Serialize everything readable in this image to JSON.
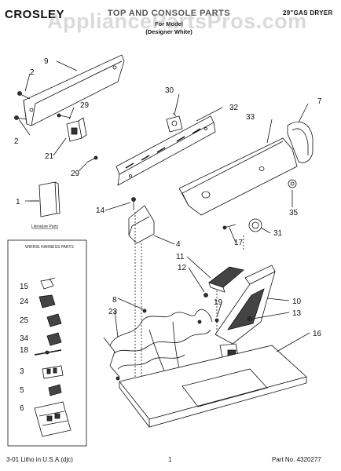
{
  "header": {
    "brand": "CROSLEY",
    "title": "TOP AND CONSOLE PARTS",
    "product_type": "29\"GAS DRYER",
    "subtitle_line1": "For Model",
    "subtitle_line2": "(Designer White)",
    "watermark": "AppliancePartsPros.com"
  },
  "labels": {
    "literature_parts": "Literature Parts",
    "wiring_harness_parts": "WIRING HARNESS PARTS"
  },
  "callouts": {
    "c9": "9",
    "c2a": "2",
    "c2b": "2",
    "c29a": "29",
    "c21": "21",
    "c29b": "29",
    "c30": "30",
    "c32": "32",
    "c33": "33",
    "c7": "7",
    "c1": "1",
    "c14": "14",
    "c35": "35",
    "c17": "17",
    "c31": "31",
    "c4": "4",
    "c11": "11",
    "c12": "12",
    "c8": "8",
    "c23": "23",
    "c19": "19",
    "c10": "10",
    "c13": "13",
    "c16": "16",
    "h15": "15",
    "h24": "24",
    "h25": "25",
    "h34": "34",
    "h18": "18",
    "h3": "3",
    "h5": "5",
    "h6": "6"
  },
  "footer": {
    "left": "3-01 Litho in U.S.A.(djc)",
    "center": "1",
    "right": "Part No. 4320277"
  }
}
